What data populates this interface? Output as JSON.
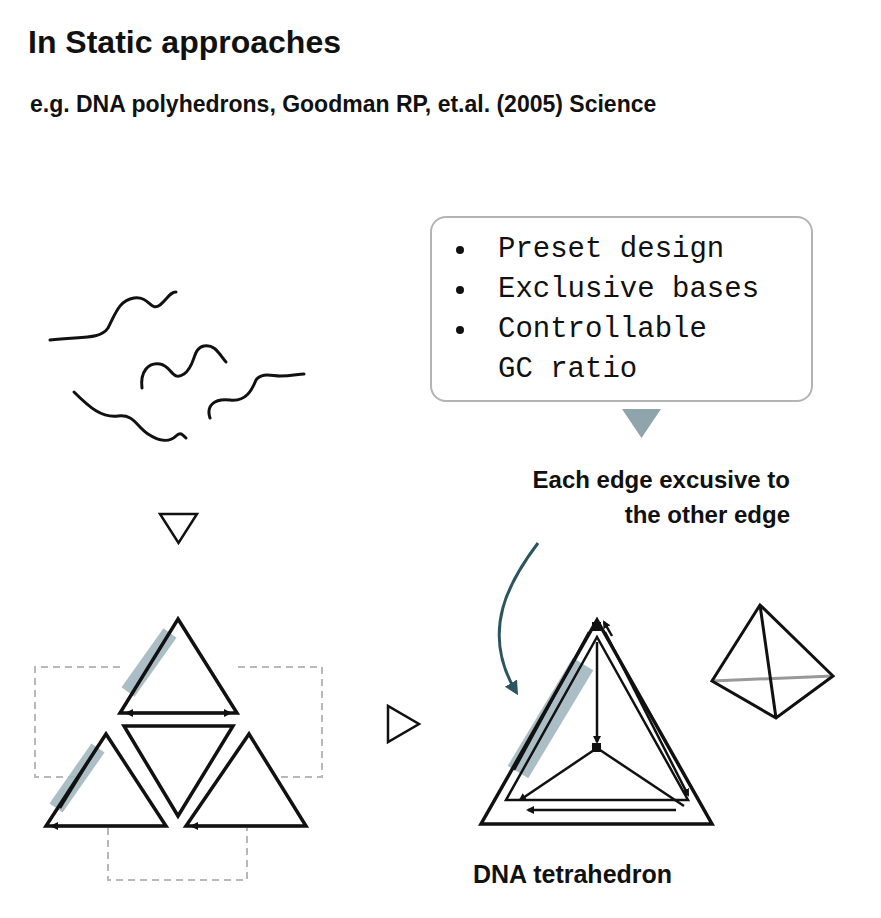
{
  "diagram": {
    "title": "In Static approaches",
    "nodes": [
      {
        "text": [
          "Preset design",
          "Exclusive bases",
          "Controllable GC ratio"
        ]
      }
    ],
    "labels": [
      "e.g. DNA polyhedrons, Goodman RP, et.al. (2005) Science",
      "Each edge excusive to the other edge",
      "DNA tetrahedron"
    ]
  }
}
